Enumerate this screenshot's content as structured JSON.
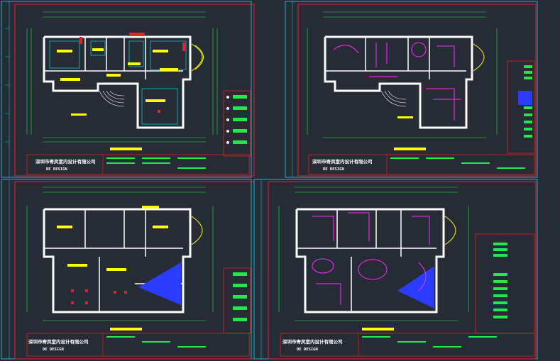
{
  "colors": {
    "background": "#262b36",
    "sheet_border_cyan": "#1fb3c8",
    "frame_red": "#e0242a",
    "wall_white": "#ffffff",
    "label_yellow": "#ffff00",
    "circuit_magenta": "#ff2cff",
    "dimension_green": "#22e84a",
    "stair_blue": "#2c3cff",
    "room_cyan": "#00e0e0"
  },
  "sheets": [
    {
      "id": "top-left",
      "company": "深圳市寄凤室内设计有限公司",
      "design": "DE    DESIGN",
      "circuits": false,
      "stair_fill": false
    },
    {
      "id": "top-right",
      "company": "深圳市寄凤室内设计有限公司",
      "design": "DE    DESIGN",
      "circuits": true,
      "stair_fill": false
    },
    {
      "id": "bottom-left",
      "company": "深圳市寄凤室内设计有限公司",
      "design": "DE    DESIGN",
      "circuits": false,
      "stair_fill": true
    },
    {
      "id": "bottom-right",
      "company": "深圳市寄凤室内设计有限公司",
      "design": "DE    DESIGN",
      "circuits": true,
      "stair_fill": true
    }
  ]
}
